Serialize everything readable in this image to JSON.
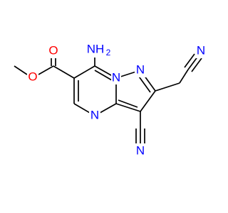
{
  "molecule": {
    "colors": {
      "bond": "#000000",
      "carbon": "#000000",
      "nitrogen": "#0000ff",
      "oxygen": "#ff0000"
    },
    "labels": {
      "amino": "NH",
      "amino_subscript": "2",
      "ester_carbonyl_o": "O",
      "ester_ether_o": "O",
      "ring_n_bridge": "N",
      "ring_n_pyrazole": "N",
      "ring_n_pyrimidine": "N",
      "nitrile_n_right": "N",
      "nitrile_n_bottom": "N"
    }
  }
}
